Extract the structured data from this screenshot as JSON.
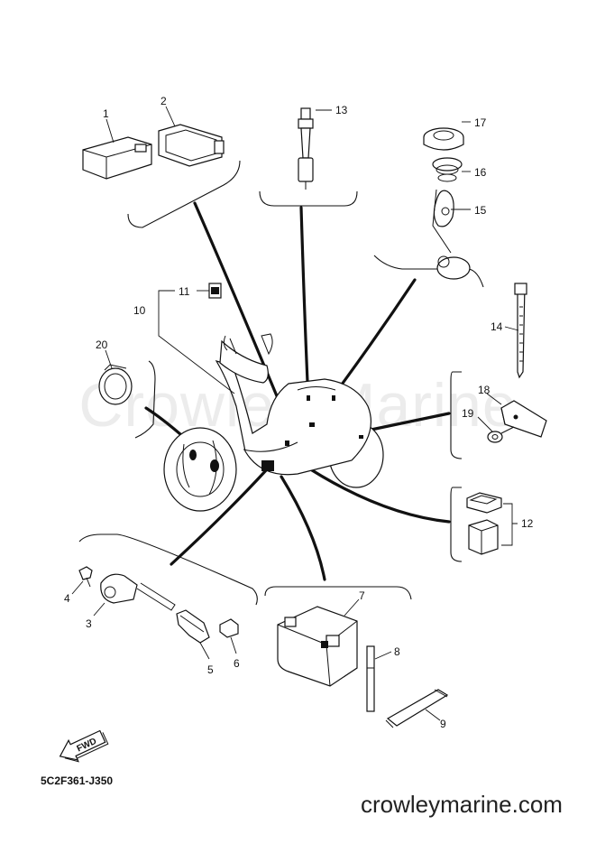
{
  "watermark": "Crowley Marine",
  "diagram_code": "5C2F361-J350",
  "website": "crowleymarine.com",
  "fwd_label": "FWD",
  "callouts": [
    "1",
    "2",
    "3",
    "4",
    "5",
    "6",
    "7",
    "8",
    "9",
    "10",
    "11",
    "12",
    "13",
    "14",
    "15",
    "16",
    "17",
    "18",
    "19",
    "20"
  ],
  "icons": [
    "fwd-arrow-icon"
  ]
}
